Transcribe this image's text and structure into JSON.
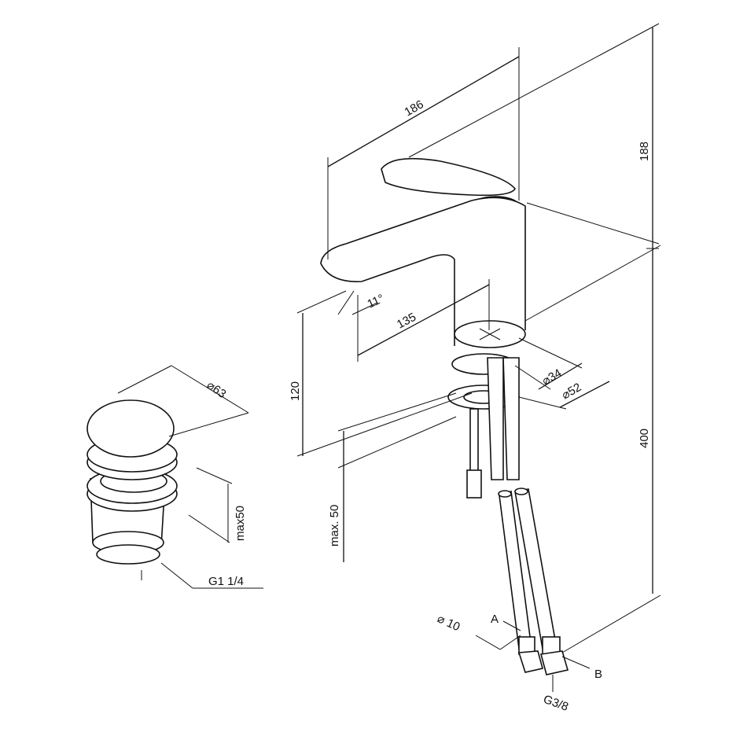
{
  "faucet": {
    "width_186": "186",
    "height_188": "188",
    "angle_11": "11°",
    "reach_135": "135",
    "spout_height_120": "120",
    "total_400": "400",
    "diameter_34": "⌀34",
    "diameter_52": "⌀52",
    "max_thickness": "max. 50",
    "hose_diameter": "⌀ 10",
    "hose_a": "A",
    "hose_b": "B",
    "thread": "G3/8"
  },
  "drain": {
    "diameter": "⌀63",
    "max_thickness": "max50",
    "thread": "G1 1/4"
  }
}
